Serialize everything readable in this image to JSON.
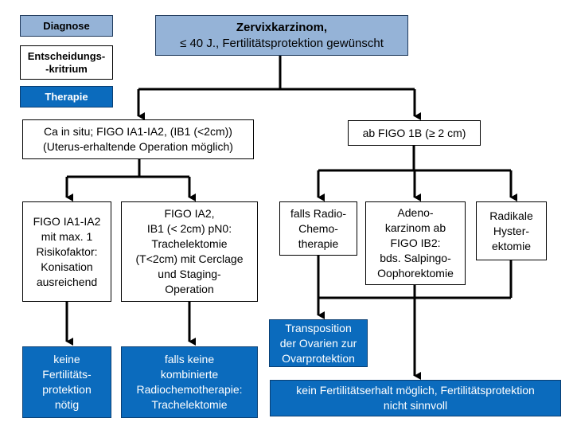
{
  "legend": {
    "diagnose": "Diagnose",
    "entscheidung": "Entscheidungs-\n-kritrium",
    "therapie": "Therapie"
  },
  "root": {
    "title": "Zervixkarzinom,",
    "subtitle": "≤ 40 J., Fertilitätsprotektion gewünscht"
  },
  "left_branch": {
    "criterion": "Ca in situ; FIGO IA1-IA2, (IB1 (<2cm))\n(Uterus-erhaltende Operation möglich)",
    "sub1": "FIGO IA1-IA2\nmit max. 1\nRisikofaktor:\nKonisation\nausreichend",
    "sub2": "FIGO IA2,\nIB1 (< 2cm) pN0:\nTrachelektomie\n(T<2cm) mit Cerclage\nund Staging-\nOperation",
    "therapy1": "keine\nFertilitäts-\nprotektion\nnötig",
    "therapy2": "falls keine\nkombinierte\nRadiochemotherapie:\nTrachelektomie"
  },
  "right_branch": {
    "criterion": "ab FIGO 1B (≥ 2 cm)",
    "sub1": "falls Radio-\nChemo-\ntherapie",
    "sub2": "Adeno-\nkarzinom ab\nFIGO IB2:\nbds. Salpingo-\nOophorektomie",
    "sub3": "Radikale\nHyster-\nektomie",
    "therapy1": "Transposition\nder  Ovarien zur\nOvarprotektion",
    "therapy2": "kein Fertilitätserhalt möglich, Fertilitätsprotektion\nnicht sinnvoll"
  },
  "colors": {
    "diagnose": "#95b3d7",
    "therapie": "#0b6bbd",
    "line": "#000000"
  }
}
